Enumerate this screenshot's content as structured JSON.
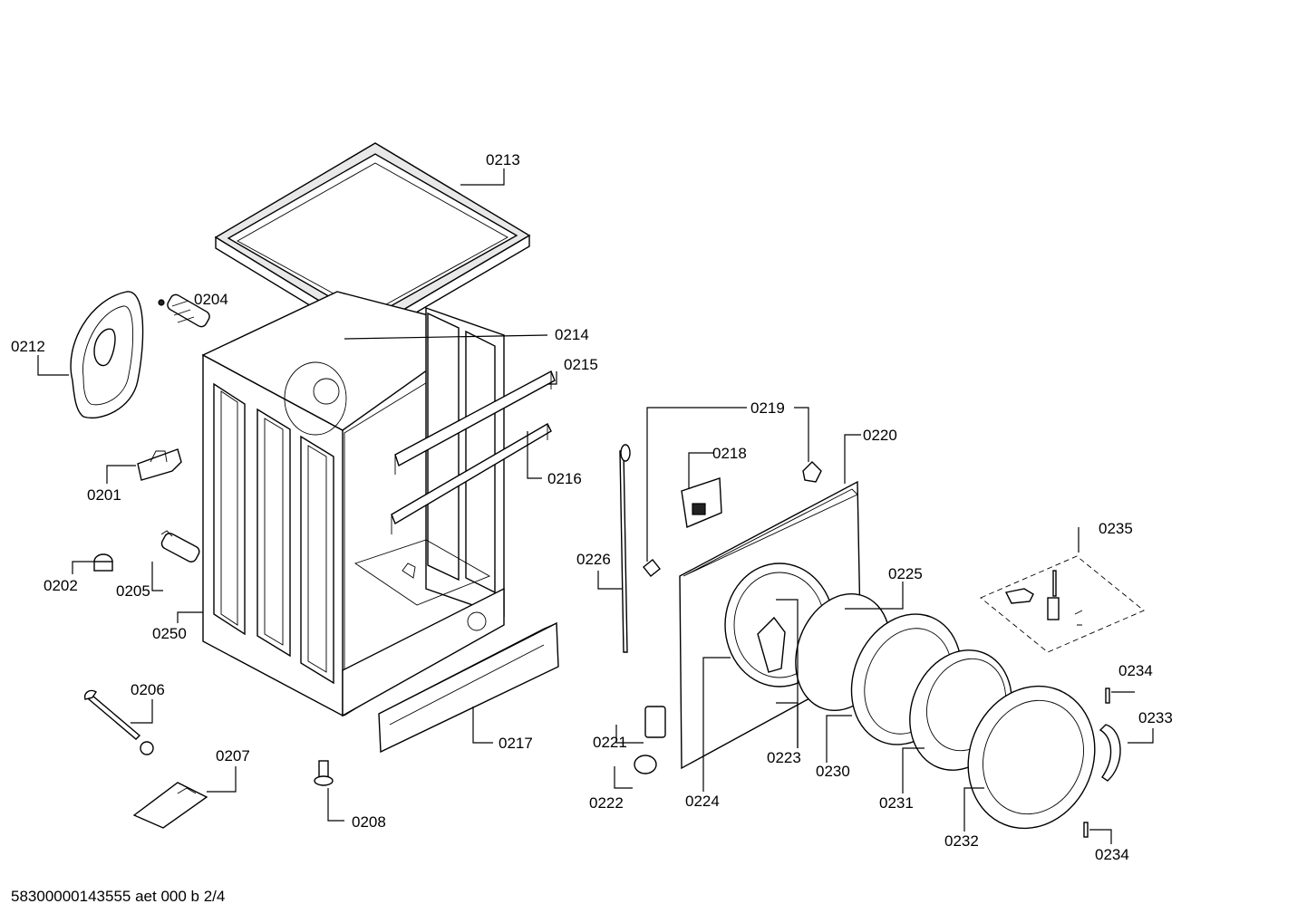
{
  "labels": {
    "p0213": "0213",
    "p0204": "0204",
    "p0212": "0212",
    "p0214": "0214",
    "p0215": "0215",
    "p0201": "0201",
    "p0216": "0216",
    "p0202": "0202",
    "p0205": "0205",
    "p0250": "0250",
    "p0206": "0206",
    "p0207": "0207",
    "p0208": "0208",
    "p0217": "0217",
    "p0219": "0219",
    "p0218": "0218",
    "p0220": "0220",
    "p0235": "0235",
    "p0226": "0226",
    "p0225": "0225",
    "p0234a": "0234",
    "p0233": "0233",
    "p0221": "0221",
    "p0223": "0223",
    "p0230": "0230",
    "p0222": "0222",
    "p0224": "0224",
    "p0231": "0231",
    "p0232": "0232",
    "p0234b": "0234"
  },
  "footer": {
    "code": "58300000143555 aet 000 b 2/4"
  }
}
